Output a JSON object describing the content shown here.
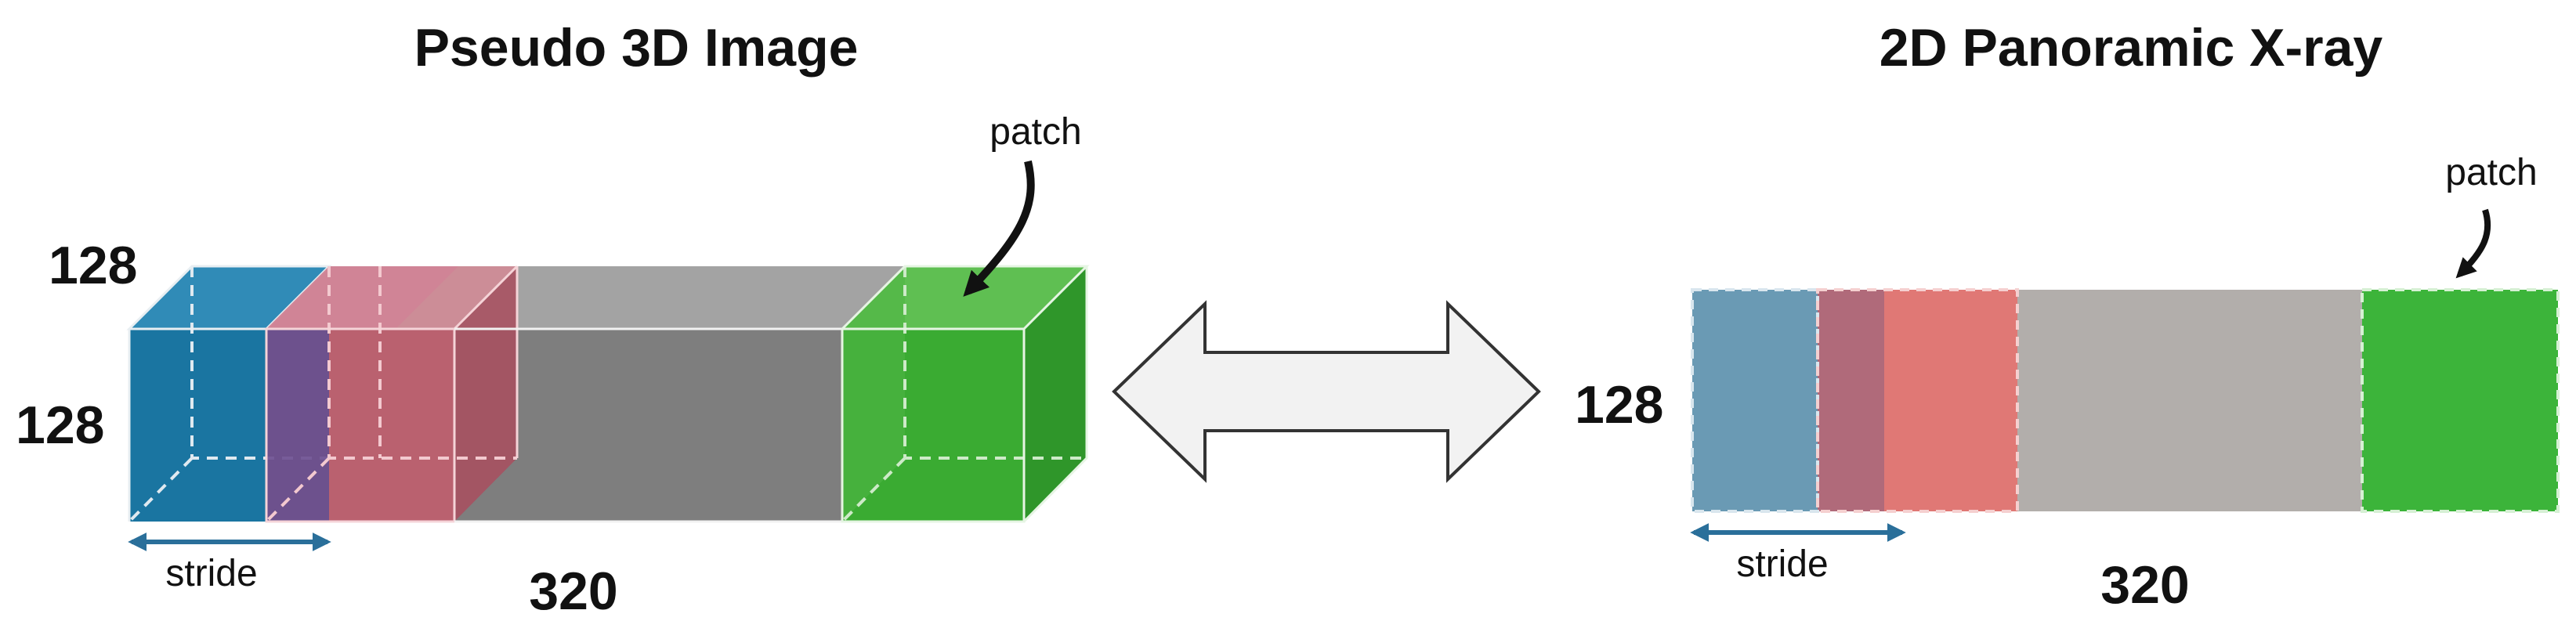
{
  "left": {
    "title": "Pseudo 3D Image",
    "height_label": "128",
    "depth_label": "128",
    "width_label": "320",
    "patch_label": "patch",
    "stride_label": "stride"
  },
  "right": {
    "title": "2D Panoramic X-ray",
    "height_label": "128",
    "width_label": "320",
    "patch_label": "patch",
    "stride_label": "stride"
  },
  "colors": {
    "blue": "#1f7fb0",
    "pink": "#e07a86",
    "purple": "#8a5a9a",
    "gray": "#8a8a8a",
    "green": "#3fb13a",
    "blue_flat": "#6a9ab4",
    "mauve_flat": "#b06a7a",
    "red_flat": "#e07875",
    "gray_flat": "#b2aeab",
    "green_flat": "#3cb43a",
    "stride_arrow": "#2a6f9a"
  }
}
